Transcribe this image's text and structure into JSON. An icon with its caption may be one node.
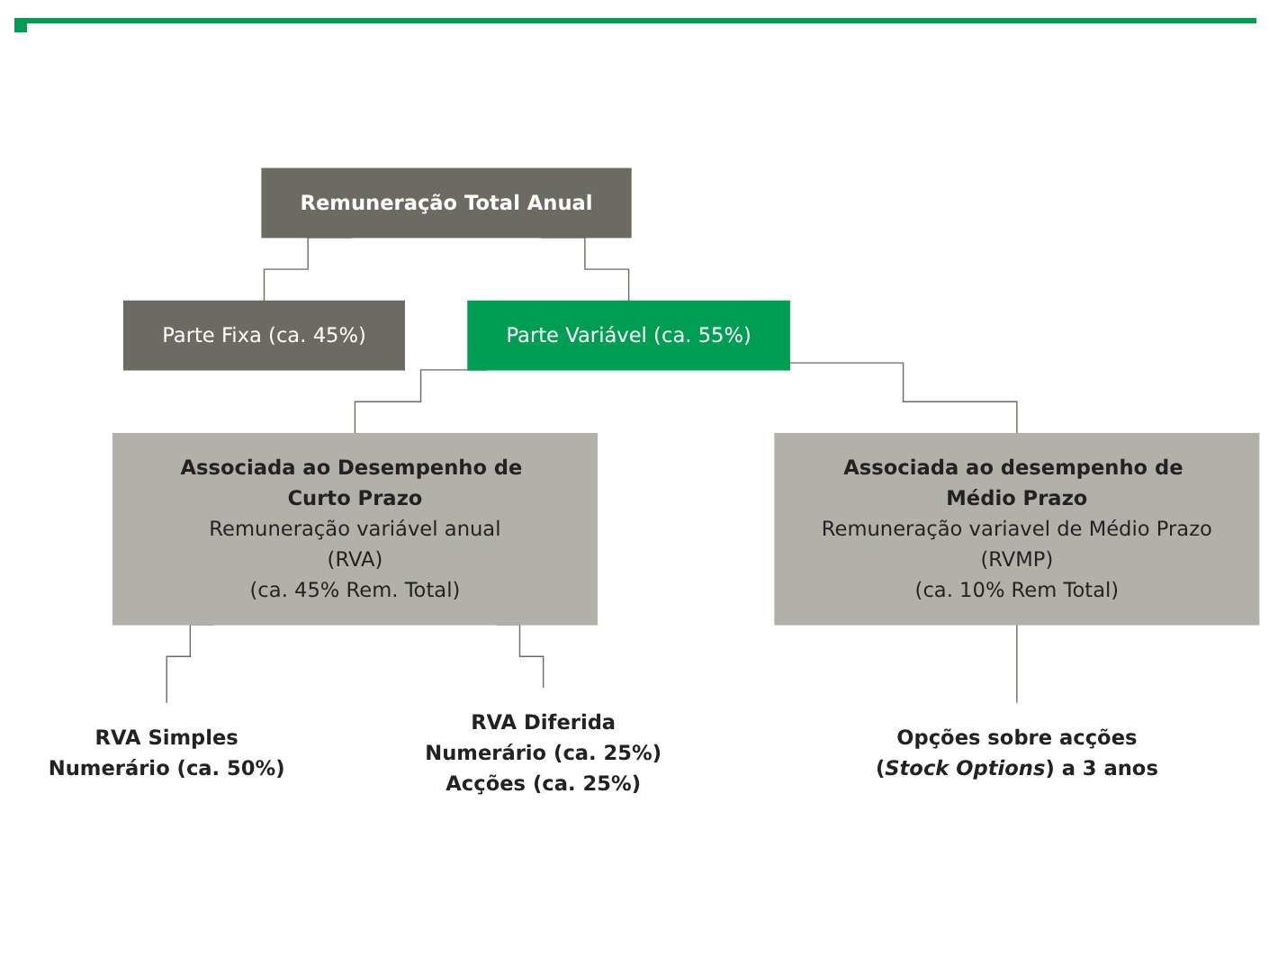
{
  "diagram": {
    "nodes": [
      {
        "text": [
          "Remuneração Total Anual"
        ]
      },
      {
        "text": [
          "Parte Fixa (ca. 45%)"
        ]
      },
      {
        "text": [
          "Parte Variável (ca. 55%)"
        ]
      },
      {
        "text": [
          "Associada ao Desempenho de Curto Prazo",
          "Remuneração variável anual",
          "(RVA)",
          "(ca. 45% Rem. Total)"
        ]
      },
      {
        "text": [
          "Associada ao desempenho de Médio Prazo",
          "Remuneração variavel de Médio Prazo",
          "(RVMP)",
          "(ca. 10% Rem Total)"
        ]
      },
      {
        "text": [
          "RVA Simples",
          "Numerário (ca. 50%)"
        ]
      },
      {
        "text": [
          "RVA Diferida",
          "Numerário (ca. 25%)",
          "Acções (ca. 25%)"
        ]
      },
      {
        "text": [
          "Opções sobre acções",
          "(*Stock Options*) a 3 anos"
        ]
      }
    ],
    "edges": [
      {
        "from": 0,
        "to": 1,
        "arrow": "none"
      },
      {
        "from": 0,
        "to": 2,
        "arrow": "none"
      },
      {
        "from": 2,
        "to": 3,
        "arrow": "none"
      },
      {
        "from": 2,
        "to": 4,
        "arrow": "none"
      },
      {
        "from": 3,
        "to": 5,
        "arrow": "none"
      },
      {
        "from": 3,
        "to": 6,
        "arrow": "none"
      },
      {
        "from": 4,
        "to": 7,
        "arrow": "none"
      }
    ]
  }
}
